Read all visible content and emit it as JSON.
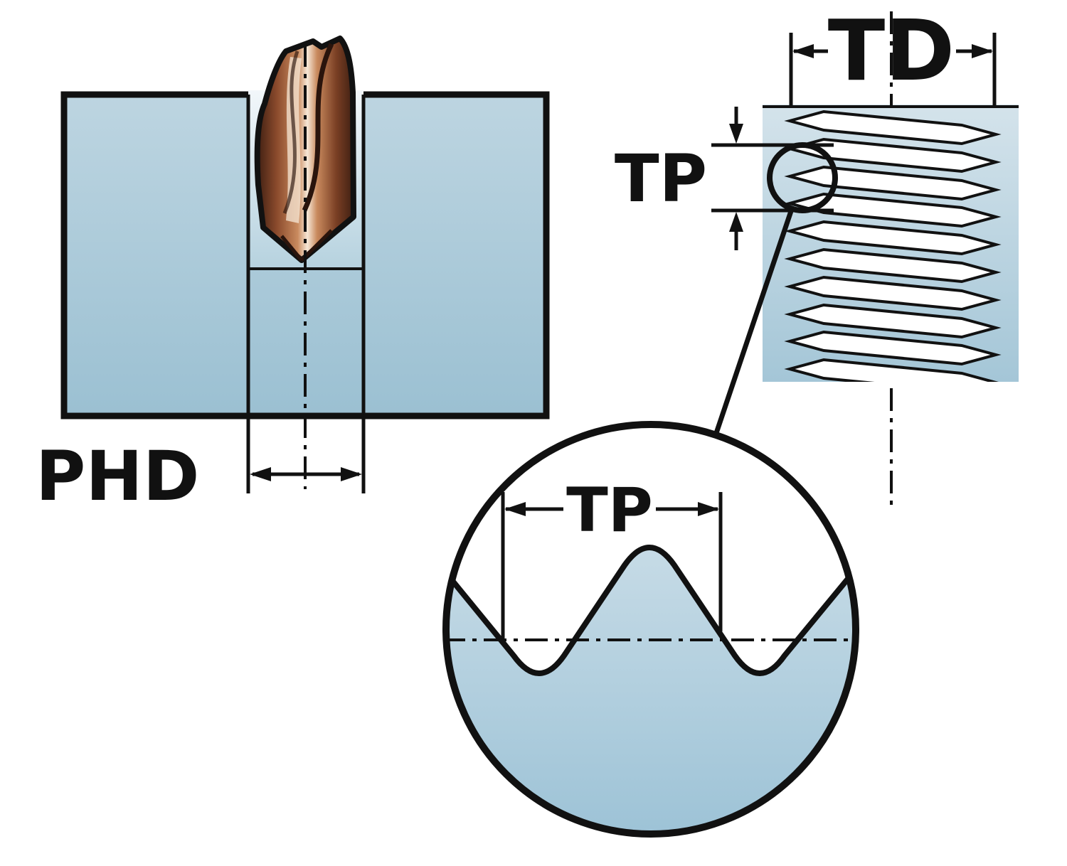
{
  "labels": {
    "phd": "PHD",
    "td": "TD",
    "tp_right": "TP",
    "tp_detail": "TP"
  },
  "colors": {
    "outline": "#111111",
    "block_top": "#bdd5e1",
    "block_bottom": "#9bc0d2",
    "hole_top": "#f2f7fa",
    "hole_bottom": "#b6d2df",
    "thread_top": "#d4e3eb",
    "thread_bottom": "#a4c6d7",
    "detail_top": "#c6dbe6",
    "detail_bottom": "#9cc2d6",
    "groove_fill": "#ffffff",
    "tool_edge": "#3f1f12",
    "tool_mid": "#c98a5e",
    "tool_highlight": "#f6e7d6"
  }
}
